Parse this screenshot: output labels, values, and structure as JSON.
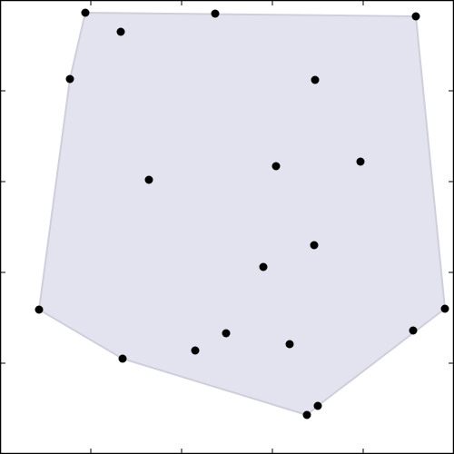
{
  "chart_data": {
    "type": "scatter",
    "title": "",
    "xlabel": "",
    "ylabel": "",
    "xlim": [
      0,
      5
    ],
    "ylim": [
      0,
      5
    ],
    "xticks": [
      1,
      2,
      3,
      4
    ],
    "yticks": [
      1,
      2,
      3,
      4
    ],
    "grid": false,
    "legend": "none",
    "points": [
      {
        "x": 0.94,
        "y": 4.86
      },
      {
        "x": 2.37,
        "y": 4.85
      },
      {
        "x": 4.58,
        "y": 4.82
      },
      {
        "x": 1.33,
        "y": 4.65
      },
      {
        "x": 0.77,
        "y": 4.13
      },
      {
        "x": 3.47,
        "y": 4.12
      },
      {
        "x": 3.97,
        "y": 3.22
      },
      {
        "x": 3.04,
        "y": 3.17
      },
      {
        "x": 1.64,
        "y": 3.02
      },
      {
        "x": 3.46,
        "y": 2.3
      },
      {
        "x": 2.9,
        "y": 2.06
      },
      {
        "x": 0.43,
        "y": 1.59
      },
      {
        "x": 4.9,
        "y": 1.6
      },
      {
        "x": 4.55,
        "y": 1.36
      },
      {
        "x": 2.49,
        "y": 1.33
      },
      {
        "x": 3.19,
        "y": 1.21
      },
      {
        "x": 2.15,
        "y": 1.14
      },
      {
        "x": 1.35,
        "y": 1.05
      },
      {
        "x": 3.5,
        "y": 0.53
      },
      {
        "x": 3.38,
        "y": 0.43
      }
    ],
    "hull": [
      {
        "x": 0.94,
        "y": 4.86
      },
      {
        "x": 4.58,
        "y": 4.82
      },
      {
        "x": 4.9,
        "y": 1.6
      },
      {
        "x": 3.5,
        "y": 0.53
      },
      {
        "x": 3.38,
        "y": 0.43
      },
      {
        "x": 1.35,
        "y": 1.05
      },
      {
        "x": 0.43,
        "y": 1.59
      },
      {
        "x": 0.77,
        "y": 4.13
      }
    ],
    "colors": {
      "hull_fill": "#e3e3f0",
      "hull_stroke": "#cfcfdc",
      "point": "#000000",
      "axis": "#000000"
    }
  }
}
